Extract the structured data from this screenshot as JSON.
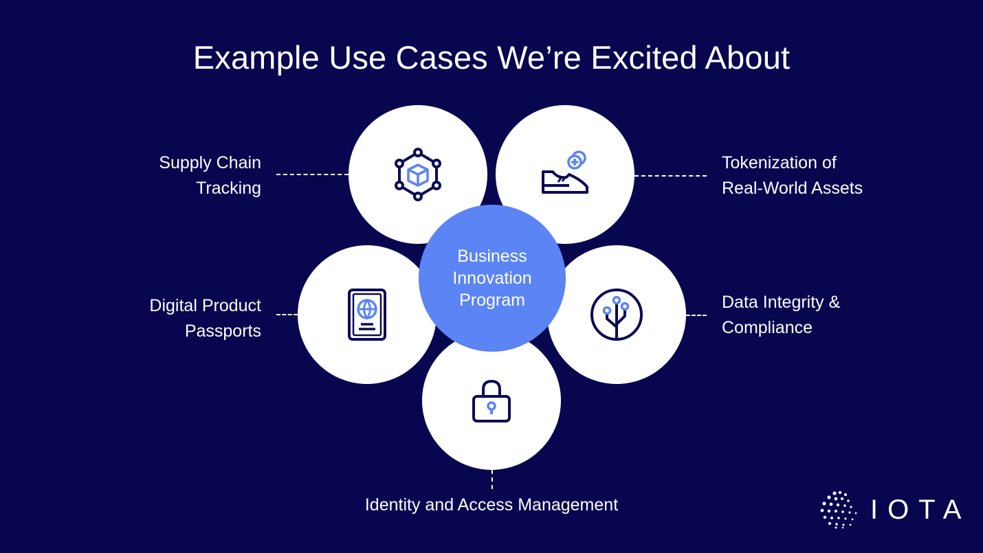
{
  "title": "Example Use Cases We’re Excited About",
  "center": {
    "lines": [
      "Business",
      "Innovation",
      "Program"
    ]
  },
  "use_cases": {
    "supply_chain": {
      "lines": [
        "Supply Chain",
        "Tracking"
      ],
      "icon": "supply-chain-network-icon"
    },
    "tokenization": {
      "lines": [
        "Tokenization of",
        "Real-World Assets"
      ],
      "icon": "sneaker-token-icon"
    },
    "passports": {
      "lines": [
        "Digital Product",
        "Passports"
      ],
      "icon": "passport-icon"
    },
    "data_integrity": {
      "lines": [
        "Data Integrity &",
        "Compliance"
      ],
      "icon": "circuit-tree-icon"
    },
    "identity": {
      "label": "Identity and Access Management",
      "icon": "padlock-icon"
    }
  },
  "logo": {
    "wordmark": "IOTA"
  },
  "colors": {
    "background": "#07064f",
    "accent": "#5b84f4",
    "icon_stroke": "#0b0a55",
    "circle": "#ffffff"
  }
}
